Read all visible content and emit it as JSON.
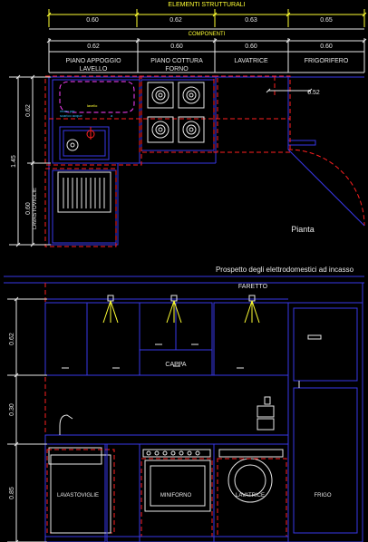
{
  "colors": {
    "background": "#000000",
    "blue": "#3838e8",
    "red": "#ff2020",
    "white": "#e8e8e8",
    "yellow": "#ffff33",
    "magenta": "#ff40ff",
    "grey": "#9a9a9a",
    "cyan": "#30c0ff"
  },
  "top_dims": {
    "structural_title": "ELEMENTI STRUTTURALI",
    "structural_values": [
      "0.60",
      "0.62",
      "0.63",
      "0.65"
    ],
    "components_title": "COMPONENTI",
    "component_values": [
      "0.62",
      "0.60",
      "0.60",
      "0.60"
    ]
  },
  "plan": {
    "column_labels": [
      [
        "PIANO APPOGGIO",
        "LAVELLO"
      ],
      [
        "PIANO COTTURA",
        "FORNO"
      ],
      [
        "LAVATRICE"
      ],
      [
        "FRIGORIFERO"
      ]
    ],
    "dim_0_62": "0.62",
    "dim_0_60": "0.60",
    "dim_1_45": "1.45",
    "dim_0_52": "0.52",
    "lavastoviglie": "LAVASTOVIGLIE",
    "sink_note": [
      "lavello",
      "mixer per",
      "scarico acque",
      "a"
    ],
    "label_pianta": "Pianta"
  },
  "elevation": {
    "title": "Prospetto degli elettrodomestici ad incasso",
    "faretto": "FARETTO",
    "cappa": "CAPPA",
    "dims": [
      "0.62",
      "0.30",
      "0.85"
    ],
    "appliance_labels": [
      "LAVASTOVIGLIE",
      "MINIFORNO",
      "LAVATRICE",
      "FRIGO"
    ]
  }
}
